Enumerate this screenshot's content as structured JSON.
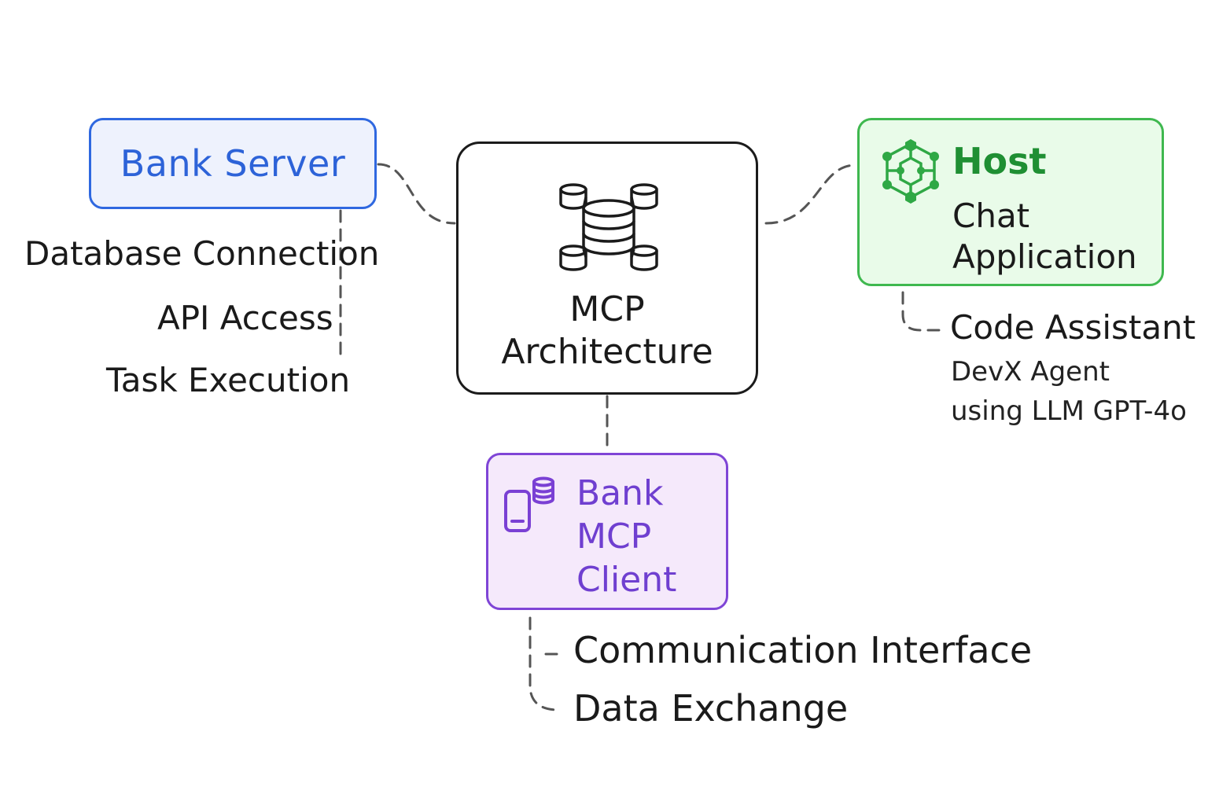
{
  "nodes": {
    "bank_server": {
      "title": "Bank Server",
      "items": [
        "Database Connection",
        "API Access",
        "Task Execution"
      ],
      "color": "#2f68e0"
    },
    "center": {
      "title_line1": "MCP",
      "title_line2": "Architecture",
      "icon": "database-cluster-icon"
    },
    "host": {
      "title": "Host",
      "subtitle_line1": "Chat",
      "subtitle_line2": "Application",
      "icon": "hexagon-network-icon",
      "color": "#3fb84f",
      "child": {
        "title": "Code Assistant",
        "desc_line1": "DevX Agent",
        "desc_line2": "using LLM GPT-4o"
      }
    },
    "client": {
      "title_line1": "Bank",
      "title_line2": "MCP",
      "title_line3": "Client",
      "icon": "mobile-database-icon",
      "color": "#7f45d6",
      "items": [
        "Communication Interface",
        "Data Exchange"
      ]
    }
  }
}
